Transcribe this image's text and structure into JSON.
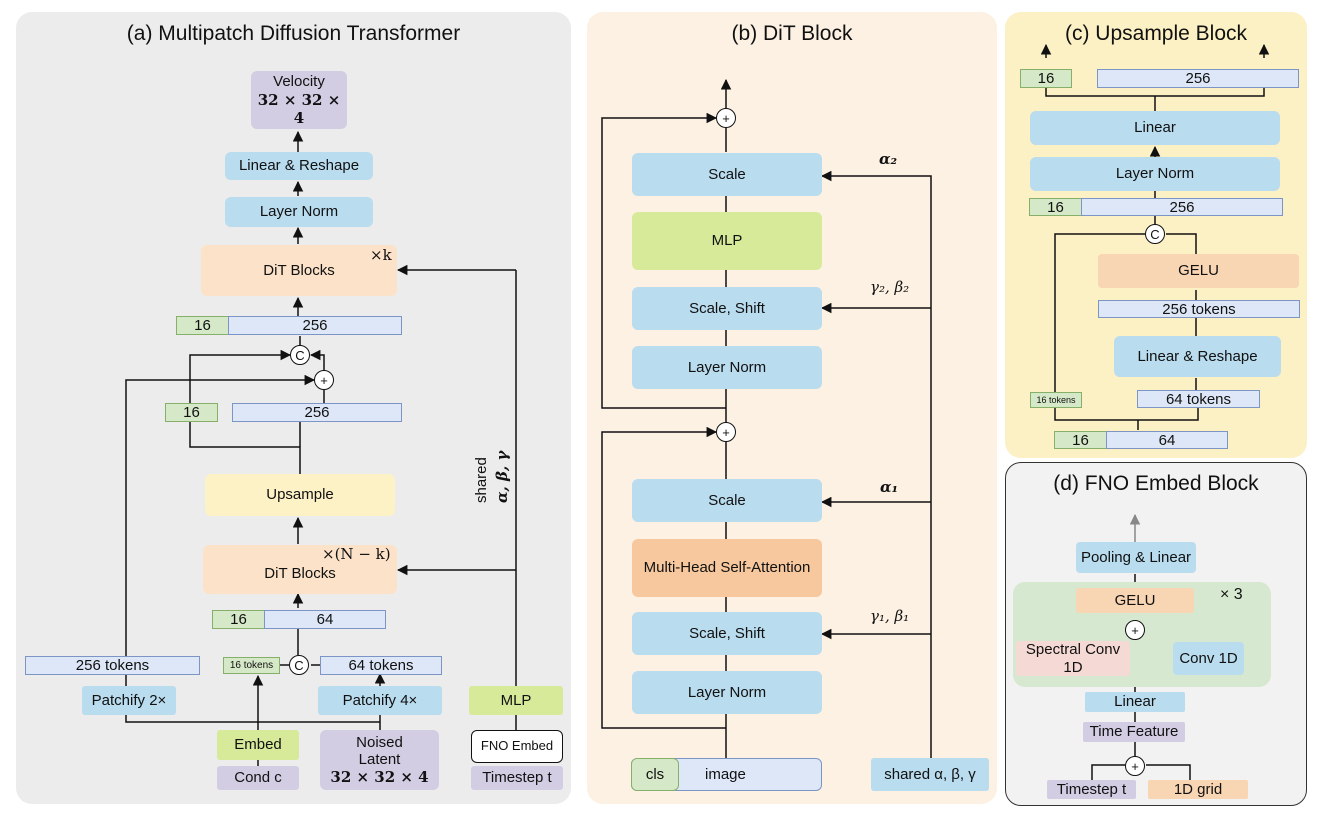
{
  "panel_a": {
    "title": "(a) Multipatch Diffusion Transformer",
    "velocity": "Velocity",
    "velocity_dims": "32 × 32 × 4",
    "linear_reshape": "Linear & Reshape",
    "layer_norm": "Layer Norm",
    "dit_blocks_top": "DiT Blocks",
    "times_k": "×k",
    "tok_top_small": "16",
    "tok_top_large": "256",
    "tok_mid_small": "16",
    "tok_mid_large": "256",
    "upsample": "Upsample",
    "dit_blocks_bottom": "DiT Blocks",
    "times_nk": "×(N − k)",
    "tok_low_small": "16",
    "tok_low_large": "64",
    "tok256": "256 tokens",
    "tok16": "16 tokens",
    "tok64": "64 tokens",
    "patchify2": "Patchify 2×",
    "patchify4": "Patchify 4×",
    "embed": "Embed",
    "cond": "Cond c",
    "noised_latent": "Noised Latent",
    "noised_dims": "32 × 32 × 4",
    "mlp": "MLP",
    "fno_embed": "FNO Embed",
    "timestep": "Timestep t",
    "shared_line1": "shared",
    "shared_line2": "α, β, γ",
    "concat": "C",
    "plus": "+"
  },
  "panel_b": {
    "title": "(b) DiT Block",
    "scale_top": "Scale",
    "mlp": "MLP",
    "scale_shift_top": "Scale, Shift",
    "layer_norm_top": "Layer Norm",
    "scale_bottom": "Scale",
    "mhsa": "Multi-Head Self-Attention",
    "scale_shift_bottom": "Scale, Shift",
    "layer_norm_bottom": "Layer Norm",
    "cls": "cls",
    "image": "image",
    "alpha2": "α₂",
    "gamma2_beta2": "γ₂, β₂",
    "alpha1": "α₁",
    "gamma1_beta1": "γ₁, β₁",
    "shared": "shared α, β, γ",
    "plus": "+"
  },
  "panel_c": {
    "title": "(c) Upsample Block",
    "out_small": "16",
    "out_large": "256",
    "linear": "Linear",
    "layer_norm": "Layer Norm",
    "mid_small": "16",
    "mid_large": "256",
    "gelu": "GELU",
    "tok256": "256 tokens",
    "linear_reshape": "Linear & Reshape",
    "tok16": "16 tokens",
    "tok64": "64 tokens",
    "in_small": "16",
    "in_large": "64",
    "concat": "C"
  },
  "panel_d": {
    "title": "(d) FNO Embed Block",
    "pooling_linear": "Pooling & Linear",
    "gelu": "GELU",
    "times3": "× 3",
    "spectral_conv": "Spectral Conv 1D",
    "conv1d": "Conv 1D",
    "linear": "Linear",
    "time_feature": "Time Feature",
    "timestep": "Timestep t",
    "grid": "1D grid",
    "plus": "+"
  }
}
